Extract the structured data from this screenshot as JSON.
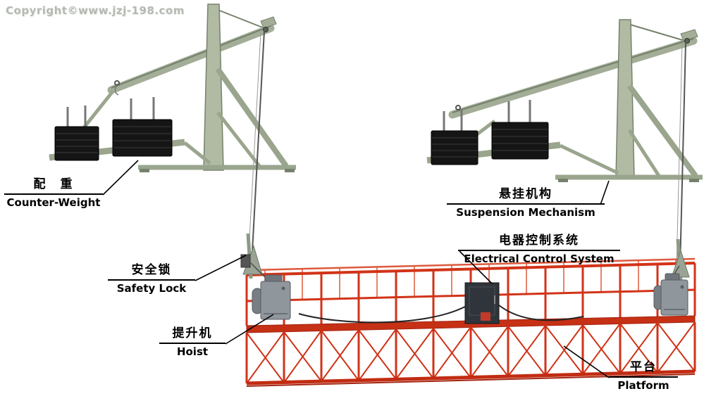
{
  "watermark": "Copyright©www.jzj-198.com",
  "labels": {
    "counter_weight": {
      "zh": "配　重",
      "en": "Counter-Weight"
    },
    "suspension_mechanism": {
      "zh": "悬挂机构",
      "en": "Suspension Mechanism"
    },
    "electrical_control_system": {
      "zh": "电器控制系统",
      "en": "Electrical Control System"
    },
    "safety_lock": {
      "zh": "安全锁",
      "en": "Safety Lock"
    },
    "hoist": {
      "zh": "提升机",
      "en": "Hoist"
    },
    "platform": {
      "zh": "平台",
      "en": "Platform"
    }
  },
  "colors": {
    "steel": "#a3ad97",
    "steel_dark": "#75816b",
    "counterweight": "#151515",
    "platform_red": "#d23318",
    "platform_red_dark": "#a32410",
    "hoist_gray": "#8f969c",
    "control_box": "#30353b",
    "wire_rope": "#555555",
    "leader_line": "#000000",
    "watermark_gray": "#b4bab2"
  }
}
